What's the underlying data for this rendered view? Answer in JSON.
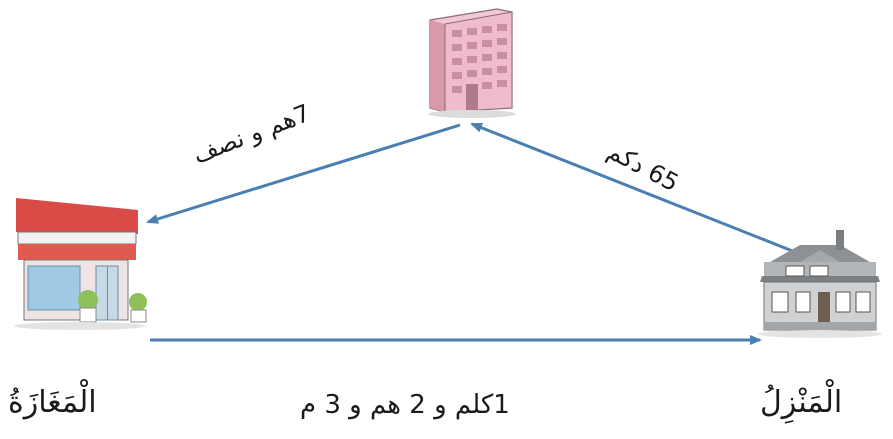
{
  "places": {
    "home_label": "الْمَنْزِلُ",
    "shop_label": "الْمَغَازَةُ"
  },
  "distances": {
    "home_to_shop": "1كلم و 2 هم و 3 م",
    "home_to_building": "65 دكم",
    "building_to_shop": "7هم و نصف"
  },
  "colors": {
    "arrow": "#4a7fb2",
    "building": "#e9b8c6",
    "shop_roof": "#d94b46",
    "house": "#9ea1a3"
  },
  "icons": {
    "building": "office-building-icon",
    "shop": "shop-icon",
    "home": "house-icon"
  }
}
